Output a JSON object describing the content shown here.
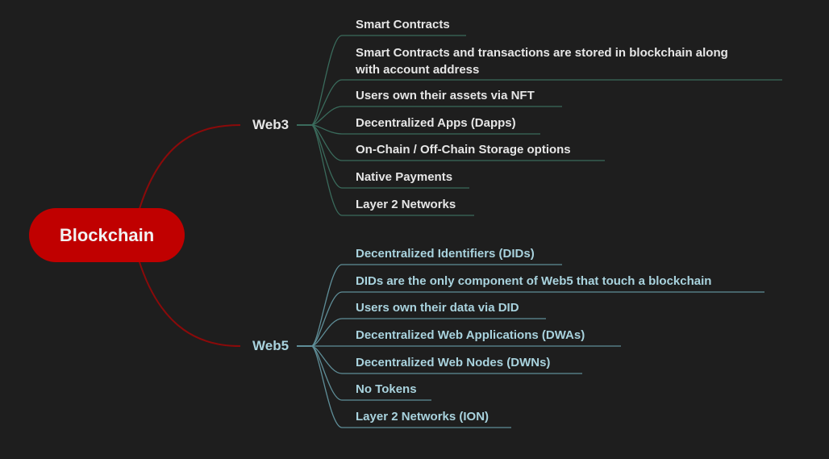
{
  "root": {
    "label": "Blockchain"
  },
  "branches": [
    {
      "id": "web3",
      "label": "Web3",
      "color": "#3a6b5c",
      "text_color": "#e6e6e6",
      "items": [
        [
          "Smart Contracts"
        ],
        [
          "Smart Contracts and transactions are stored in blockchain along",
          "with account address"
        ],
        [
          "Users own their assets via NFT"
        ],
        [
          "Decentralized Apps (Dapps)"
        ],
        [
          "On-Chain / Off-Chain Storage options"
        ],
        [
          "Native Payments"
        ],
        [
          "Layer 2 Networks"
        ]
      ]
    },
    {
      "id": "web5",
      "label": "Web5",
      "color": "#5f8e98",
      "text_color": "#a9d3de",
      "items": [
        [
          "Decentralized Identifiers (DIDs)"
        ],
        [
          "DIDs are the only component of Web5 that touch a blockchain"
        ],
        [
          "Users own their data via DID"
        ],
        [
          "Decentralized Web Applications (DWAs)"
        ],
        [
          "Decentralized Web Nodes (DWNs)"
        ],
        [
          "No Tokens"
        ],
        [
          "Layer 2 Networks (ION)"
        ]
      ]
    }
  ],
  "colors": {
    "background": "#1e1e1e",
    "root_fill": "#c00000",
    "root_edge": "#8b0a0a"
  }
}
